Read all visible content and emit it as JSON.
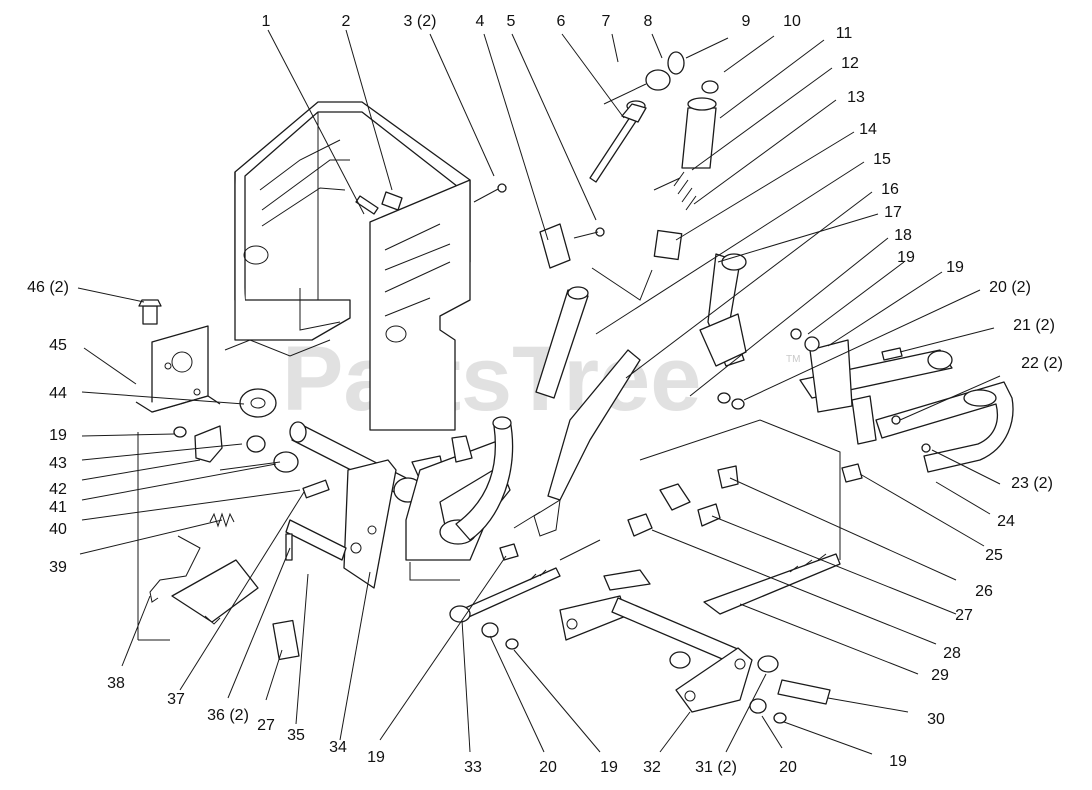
{
  "watermark": {
    "text": "PartsTree",
    "trademark": "TM"
  },
  "callouts": [
    {
      "id": "c1",
      "label": "1"
    },
    {
      "id": "c2",
      "label": "2"
    },
    {
      "id": "c3",
      "label": "3 (2)"
    },
    {
      "id": "c4",
      "label": "4"
    },
    {
      "id": "c5",
      "label": "5"
    },
    {
      "id": "c6",
      "label": "6"
    },
    {
      "id": "c7",
      "label": "7"
    },
    {
      "id": "c8",
      "label": "8"
    },
    {
      "id": "c9",
      "label": "9"
    },
    {
      "id": "c10",
      "label": "10"
    },
    {
      "id": "c11",
      "label": "11"
    },
    {
      "id": "c12",
      "label": "12"
    },
    {
      "id": "c13",
      "label": "13"
    },
    {
      "id": "c14",
      "label": "14"
    },
    {
      "id": "c15",
      "label": "15"
    },
    {
      "id": "c16",
      "label": "16"
    },
    {
      "id": "c17",
      "label": "17"
    },
    {
      "id": "c18",
      "label": "18"
    },
    {
      "id": "c19a",
      "label": "19"
    },
    {
      "id": "c19b",
      "label": "19"
    },
    {
      "id": "c20a",
      "label": "20 (2)"
    },
    {
      "id": "c21",
      "label": "21 (2)"
    },
    {
      "id": "c22",
      "label": "22 (2)"
    },
    {
      "id": "c23",
      "label": "23 (2)"
    },
    {
      "id": "c24",
      "label": "24"
    },
    {
      "id": "c25",
      "label": "25"
    },
    {
      "id": "c26",
      "label": "26"
    },
    {
      "id": "c27a",
      "label": "27"
    },
    {
      "id": "c28",
      "label": "28"
    },
    {
      "id": "c29",
      "label": "29"
    },
    {
      "id": "c30",
      "label": "30"
    },
    {
      "id": "c19c",
      "label": "19"
    },
    {
      "id": "c20b",
      "label": "20"
    },
    {
      "id": "c31",
      "label": "31 (2)"
    },
    {
      "id": "c32",
      "label": "32"
    },
    {
      "id": "c19d",
      "label": "19"
    },
    {
      "id": "c20c",
      "label": "20"
    },
    {
      "id": "c33",
      "label": "33"
    },
    {
      "id": "c19e",
      "label": "19"
    },
    {
      "id": "c34",
      "label": "34"
    },
    {
      "id": "c35",
      "label": "35"
    },
    {
      "id": "c27b",
      "label": "27"
    },
    {
      "id": "c36",
      "label": "36 (2)"
    },
    {
      "id": "c37",
      "label": "37"
    },
    {
      "id": "c38",
      "label": "38"
    },
    {
      "id": "c39",
      "label": "39"
    },
    {
      "id": "c40",
      "label": "40"
    },
    {
      "id": "c41",
      "label": "41"
    },
    {
      "id": "c42",
      "label": "42"
    },
    {
      "id": "c43",
      "label": "43"
    },
    {
      "id": "c19f",
      "label": "19"
    },
    {
      "id": "c44",
      "label": "44"
    },
    {
      "id": "c45",
      "label": "45"
    },
    {
      "id": "c46",
      "label": "46 (2)"
    }
  ]
}
